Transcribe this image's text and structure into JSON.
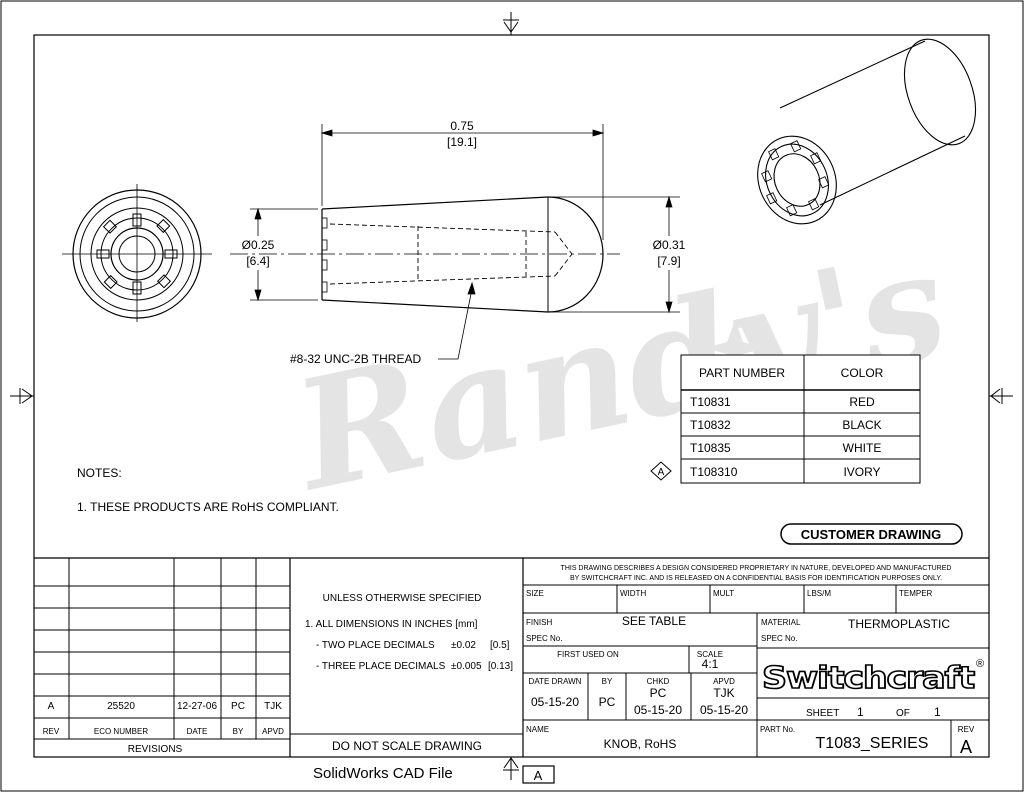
{
  "dimensions": {
    "length_in": "0.75",
    "length_mm": "[19.1]",
    "dia_left_in": "Ø0.25",
    "dia_left_mm": "[6.4]",
    "dia_right_in": "Ø0.31",
    "dia_right_mm": "[7.9]",
    "thread": "#8-32 UNC-2B THREAD"
  },
  "parts_table": {
    "headers": [
      "PART NUMBER",
      "COLOR"
    ],
    "rows": [
      [
        "T10831",
        "RED"
      ],
      [
        "T10832",
        "BLACK"
      ],
      [
        "T10835",
        "WHITE"
      ],
      [
        "T108310",
        "IVORY"
      ]
    ],
    "rev_marker": "A"
  },
  "notes": {
    "title": "NOTES:",
    "items": [
      "1. THESE PRODUCTS ARE RoHS COMPLIANT."
    ]
  },
  "customer_drawing": "CUSTOMER DRAWING",
  "watermark": "Randy's",
  "revisions": {
    "rev": "A",
    "eco": "25520",
    "date": "12-27-06",
    "by": "PC",
    "apvd": "TJK",
    "col_rev": "REV",
    "col_eco": "ECO NUMBER",
    "col_date": "DATE",
    "col_by": "BY",
    "col_apvd": "APVD",
    "title": "REVISIONS"
  },
  "tolerances": {
    "title": "UNLESS OTHERWISE SPECIFIED",
    "line1": "1. ALL DIMENSIONS IN INCHES [mm]",
    "two_label": "- TWO PLACE DECIMALS",
    "two_val": "±0.02",
    "two_mm": "[0.5]",
    "three_label": "- THREE PLACE DECIMALS",
    "three_val": "±0.005",
    "three_mm": "[0.13]",
    "do_not_scale": "DO NOT SCALE DRAWING"
  },
  "proprietary": {
    "line1": "THIS DRAWING DESCRIBES A DESIGN CONSIDERED PROPRIETARY IN NATURE, DEVELOPED AND MANUFACTURED",
    "line2": "BY SWITCHCRAFT INC. AND IS RELEASED ON A CONFIDENTIAL BASIS FOR IDENTIFICATION PURPOSES ONLY."
  },
  "title_block": {
    "size": "SIZE",
    "width": "WIDTH",
    "mult": "MULT",
    "lbs_m": "LBS/M",
    "temper": "TEMPER",
    "finish": "FINISH",
    "spec_no": "SPEC No.",
    "finish_value": "SEE TABLE",
    "material": "MATERIAL",
    "material_value": "THERMOPLASTIC",
    "first_used_on": "FIRST USED ON",
    "scale_label": "SCALE",
    "scale_value": "4:1",
    "date_drawn": "DATE DRAWN",
    "date_drawn_value": "05-15-20",
    "by": "BY",
    "by_value": "PC",
    "chkd": "CHKD",
    "chkd_value": "PC",
    "chkd_date": "05-15-20",
    "apvd": "APVD",
    "apvd_value": "TJK",
    "apvd_date": "05-15-20",
    "brand": "Switchcraft",
    "registered": "®",
    "sheet": "SHEET",
    "sheet_value": "1",
    "of": "OF",
    "of_value": "1",
    "name_label": "NAME",
    "name_value": "KNOB, RoHS",
    "part_no_label": "PART No.",
    "part_no_value": "T1083_SERIES",
    "rev_label": "REV",
    "rev_value": "A"
  },
  "footer": {
    "cad": "SolidWorks CAD File",
    "rev_box": "A"
  }
}
